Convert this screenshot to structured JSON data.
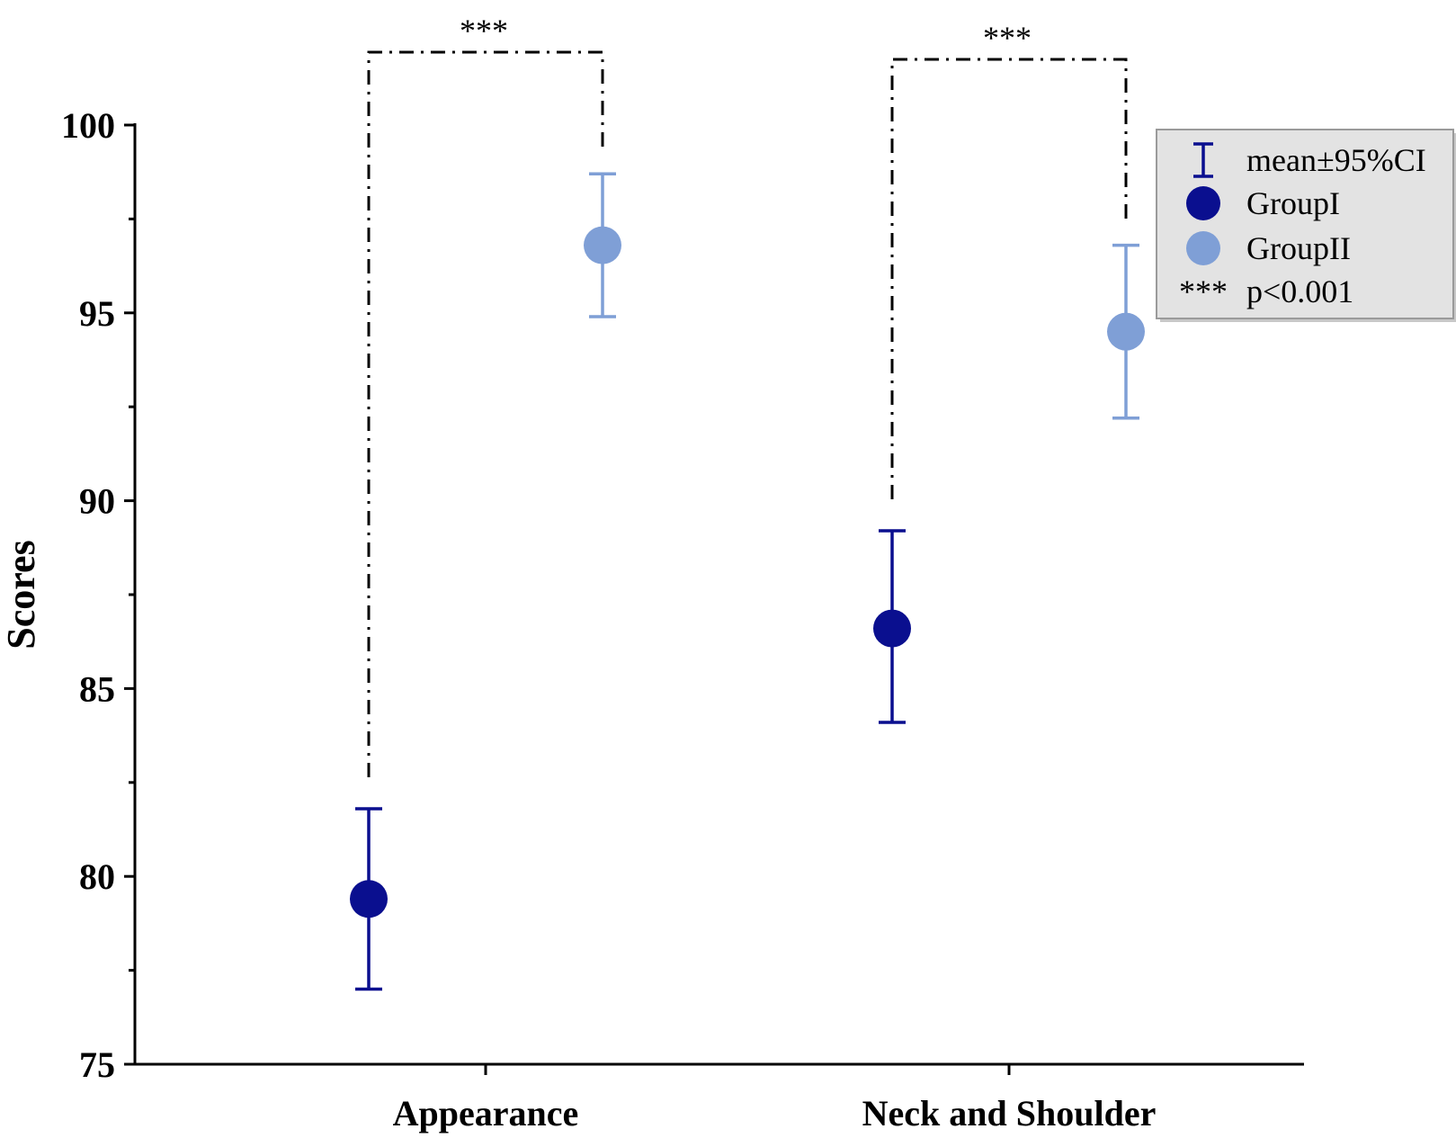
{
  "chart_data": {
    "type": "scatter",
    "categories": [
      "Appearance",
      "Neck and Shoulder"
    ],
    "ylabel": "Scores",
    "xlabel": "",
    "ylim": [
      75,
      100
    ],
    "yticks": [
      75,
      80,
      85,
      90,
      95,
      100
    ],
    "series": [
      {
        "name": "GroupI",
        "color": "#0a0f8f",
        "values": [
          79.4,
          86.6
        ],
        "ci_lower": [
          77.0,
          84.1
        ],
        "ci_upper": [
          81.8,
          89.2
        ]
      },
      {
        "name": "GroupII",
        "color": "#7f9fd6",
        "values": [
          96.8,
          94.5
        ],
        "ci_lower": [
          94.9,
          92.2
        ],
        "ci_upper": [
          98.7,
          96.8
        ]
      }
    ],
    "significance": [
      {
        "category": "Appearance",
        "label": "***"
      },
      {
        "category": "Neck and Shoulder",
        "label": "***"
      }
    ],
    "legend": {
      "position": "top-right",
      "errorbar_label": "mean±95%CI",
      "sig_symbol": "***",
      "sig_label": "p<0.001"
    },
    "grid": false
  }
}
